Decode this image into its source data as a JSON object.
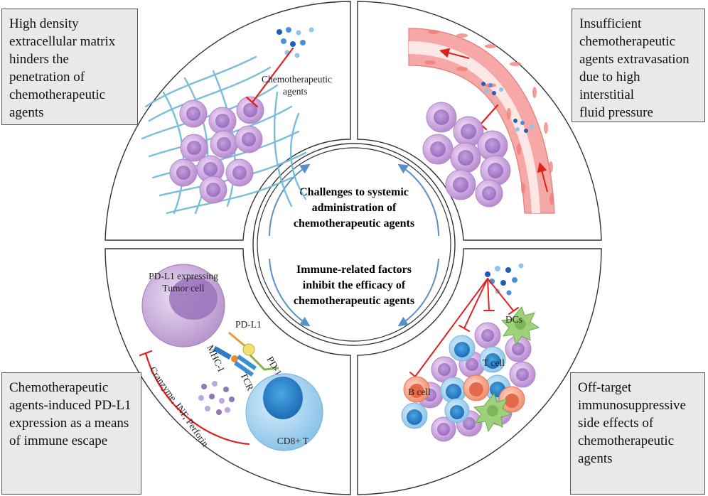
{
  "boxes": {
    "top_left": "High density\nextracellular matrix\nhinders the\npenetration of\nchemotherapeutic\nagents",
    "top_right": "Insufficient\nchemotherapeutic\nagents extravasation\ndue to high interstitial\nfluid pressure",
    "bottom_left": "Chemotherapeutic\nagents-induced PD-L1\nexpression as a means\nof immune escape",
    "bottom_right": "Off-target\nimmunosuppressive\nside effects of\nchemotherapeutic\nagents"
  },
  "center": {
    "title_line1": "Challenges to systemic",
    "title_line2": "administration of",
    "title_line3": "chemotherapeutic agents",
    "sub_line1": "Immune-related factors",
    "sub_line2": "inhibit the efficacy of",
    "sub_line3": "chemotherapeutic agents"
  },
  "labels": {
    "chemo_line1": "Chemotherapeutic",
    "chemo_line2": "agents",
    "pdl1_cell_line1": "PD-L1 expressing",
    "pdl1_cell_line2": "Tumor cell",
    "pdl1": "PD-L1",
    "pd1": "PD-1",
    "mhc": "MHC-I",
    "tcr": "TCR",
    "cd8": "CD8+ T",
    "cytokines": "Cranzyme, INF, Perforin",
    "dcs": "DCs",
    "tcell": "T cell",
    "bcell": "B cell"
  },
  "colors": {
    "arrow_blue": "#5b8fc7",
    "inhibit_red": "#e02020",
    "tumor_purple": "#c9a3dc",
    "fiber_blue": "#6cb8d8",
    "vessel_pink": "#f08a8a",
    "tcell_blue": "#3a8fd4",
    "bcell_salmon": "#f0886e",
    "dc_green": "#8fc46a"
  }
}
